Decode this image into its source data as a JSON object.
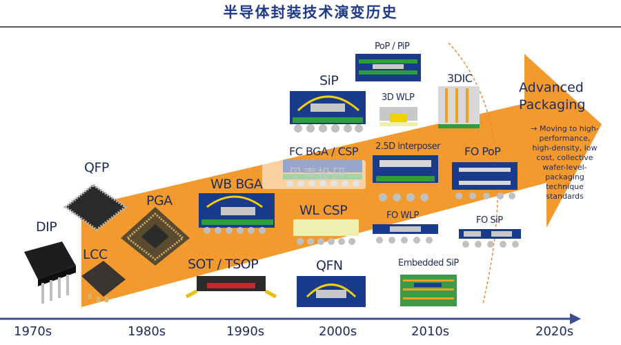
{
  "title": "半导体封装技术演变历史",
  "packages": {
    "dip": "DIP",
    "qfp": "QFP",
    "lcc": "LCC",
    "pga": "PGA",
    "wb_bga": "WB BGA",
    "sot_tsop": "SOT / TSOP",
    "sip": "SiP",
    "fc_bga_csp": "FC BGA / CSP",
    "wl_csp": "WL CSP",
    "qfn": "QFN",
    "pop_pip": "PoP / PiP",
    "wlp_3d": "3D WLP",
    "dic_3d": "3DIC",
    "interposer_25d": "2.5D interposer",
    "fo_wlp": "FO WLP",
    "fo_pop": "FO PoP",
    "fo_sip": "FO SiP",
    "embedded_sip": "Embedded SiP"
  },
  "advanced": {
    "title_line1": "Advanced",
    "title_line2": "Packaging",
    "description": "→ Moving to high-performance, high-density, low cost, collective wafer-level-packaging technique standards"
  },
  "timeline": [
    "1970s",
    "1980s",
    "1990s",
    "2000s",
    "2010s",
    "2020s"
  ],
  "watermark": "贝壳投研",
  "colors": {
    "arrow": "#f39a2f",
    "title": "#1f3a8a",
    "label": "#1e2a5a",
    "axis": "#3c4e8c"
  }
}
